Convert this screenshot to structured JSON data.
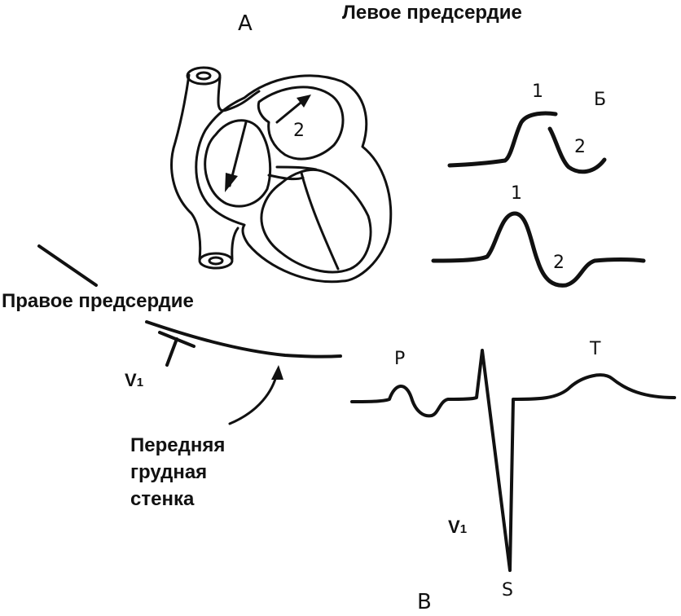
{
  "labels": {
    "panel_a": "А",
    "panel_b": "Б",
    "panel_v": "В",
    "left_atrium": "Левое предсердие",
    "right_atrium": "Правое предсердие",
    "lead_v1_upper": "V",
    "lead_v1_upper_sub": "1",
    "lead_v1_lower": "V",
    "lead_v1_lower_sub": "1",
    "chest_wall_line1": "Передняя",
    "chest_wall_line2": "грудная",
    "chest_wall_line3": "стенка",
    "heart_arrow_number": "2",
    "wave_b1_peak1": "1",
    "wave_b1_peak2": "2",
    "wave_b2_peak1": "1",
    "wave_b2_peak2": "2",
    "ecg_p": "P",
    "ecg_t": "T",
    "ecg_s": "S"
  }
}
